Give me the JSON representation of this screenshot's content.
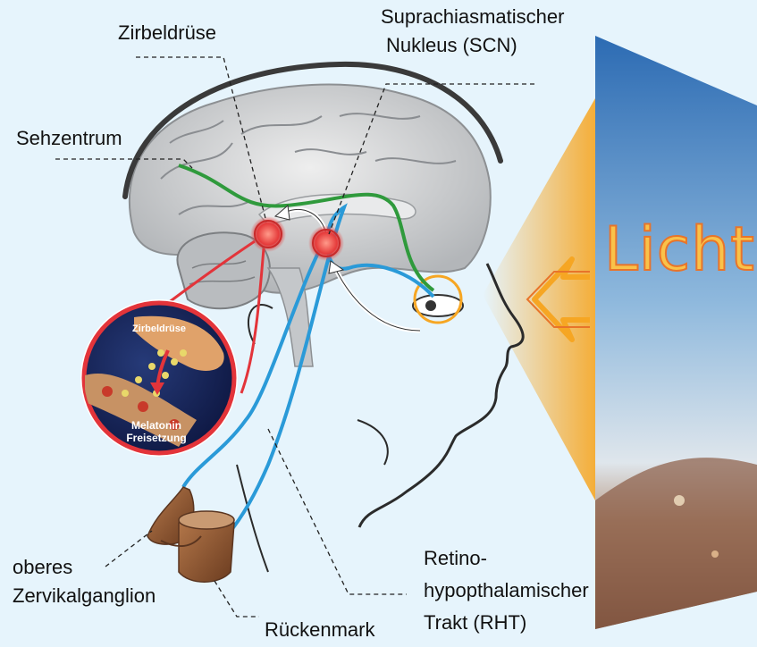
{
  "labels": {
    "pineal": "Zirbeldrüse",
    "scn_line1": "Suprachiasmatischer",
    "scn_line2": "Nukleus (SCN)",
    "visual_center": "Sehzentrum",
    "ganglion_line1": "oberes",
    "ganglion_line2": "Zervikalganglion",
    "spinal_cord": "Rückenmark",
    "rht_line1": "Retino-",
    "rht_line2": "hypopthalamischer",
    "rht_line3": "Trakt (RHT)",
    "light": "Licht"
  },
  "inset": {
    "title": "Zirbeldrüse",
    "caption_line1": "Melatonin",
    "caption_line2": "Freisetzung"
  },
  "colors": {
    "background": "#e6f4fc",
    "pathway_blue": "#2a9ad8",
    "visual_green": "#2f9a3c",
    "sympathetic_red": "#e3343a",
    "light_orange": "#f6a623",
    "brain_gray": "#c9cccf"
  }
}
